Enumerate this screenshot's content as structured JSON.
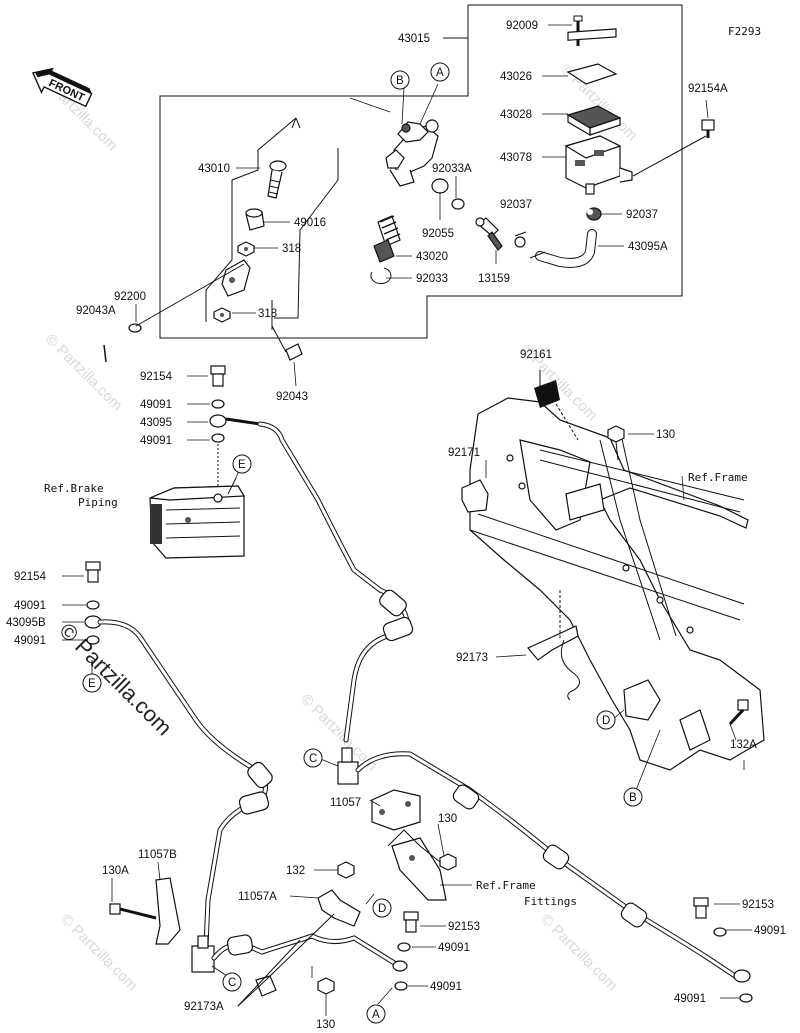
{
  "figure_id": "F2293",
  "front_label": "FRONT",
  "watermark": "© Partzilla.com",
  "part_labels": [
    {
      "key": "p43015",
      "text": "43015"
    },
    {
      "key": "p92009",
      "text": "92009"
    },
    {
      "key": "p43026",
      "text": "43026"
    },
    {
      "key": "p43028",
      "text": "43028"
    },
    {
      "key": "p43078",
      "text": "43078"
    },
    {
      "key": "p92154A",
      "text": "92154A"
    },
    {
      "key": "p92033A",
      "text": "92033A"
    },
    {
      "key": "p43010",
      "text": "43010"
    },
    {
      "key": "p49016",
      "text": "49016"
    },
    {
      "key": "p318a",
      "text": "318"
    },
    {
      "key": "p318b",
      "text": "318"
    },
    {
      "key": "p92055",
      "text": "92055"
    },
    {
      "key": "p92037a",
      "text": "92037"
    },
    {
      "key": "p92037b",
      "text": "92037"
    },
    {
      "key": "p43095A",
      "text": "43095A"
    },
    {
      "key": "p43020",
      "text": "43020"
    },
    {
      "key": "p13159",
      "text": "13159"
    },
    {
      "key": "p92033",
      "text": "92033"
    },
    {
      "key": "p92200",
      "text": "92200"
    },
    {
      "key": "p92043A",
      "text": "92043A"
    },
    {
      "key": "p92043",
      "text": "92043"
    },
    {
      "key": "p92161",
      "text": "92161"
    },
    {
      "key": "p92154a",
      "text": "92154"
    },
    {
      "key": "p49091a",
      "text": "49091"
    },
    {
      "key": "p43095",
      "text": "43095"
    },
    {
      "key": "p49091b",
      "text": "49091"
    },
    {
      "key": "p130a",
      "text": "130"
    },
    {
      "key": "p92171",
      "text": "92171"
    },
    {
      "key": "refFrame",
      "text": "Ref.Frame"
    },
    {
      "key": "refBrake1",
      "text": "Ref.Brake"
    },
    {
      "key": "refBrake2",
      "text": "Piping"
    },
    {
      "key": "p92154b",
      "text": "92154"
    },
    {
      "key": "p49091c",
      "text": "49091"
    },
    {
      "key": "p43095B",
      "text": "43095B"
    },
    {
      "key": "p49091d",
      "text": "49091"
    },
    {
      "key": "p92173",
      "text": "92173"
    },
    {
      "key": "p132A",
      "text": "132A"
    },
    {
      "key": "p11057",
      "text": "11057"
    },
    {
      "key": "p130b",
      "text": "130"
    },
    {
      "key": "p130A",
      "text": "130A"
    },
    {
      "key": "p11057B",
      "text": "11057B"
    },
    {
      "key": "p132",
      "text": "132"
    },
    {
      "key": "p11057A",
      "text": "11057A"
    },
    {
      "key": "refFrameFit1",
      "text": "Ref.Frame"
    },
    {
      "key": "refFrameFit2",
      "text": "Fittings"
    },
    {
      "key": "p92153a",
      "text": "92153"
    },
    {
      "key": "p49091e",
      "text": "49091"
    },
    {
      "key": "p92153b",
      "text": "92153"
    },
    {
      "key": "p49091f",
      "text": "49091"
    },
    {
      "key": "p49091g",
      "text": "49091"
    },
    {
      "key": "p49091h",
      "text": "49091"
    },
    {
      "key": "p92173A",
      "text": "92173A"
    },
    {
      "key": "p130c",
      "text": "130"
    }
  ],
  "callouts": [
    {
      "key": "cA1",
      "text": "A"
    },
    {
      "key": "cB1",
      "text": "B"
    },
    {
      "key": "cE1",
      "text": "E"
    },
    {
      "key": "cE2",
      "text": "E"
    },
    {
      "key": "cC1",
      "text": "C"
    },
    {
      "key": "cD1",
      "text": "D"
    },
    {
      "key": "cB2",
      "text": "B"
    },
    {
      "key": "cD2",
      "text": "D"
    },
    {
      "key": "cC2",
      "text": "C"
    },
    {
      "key": "cA2",
      "text": "A"
    }
  ]
}
